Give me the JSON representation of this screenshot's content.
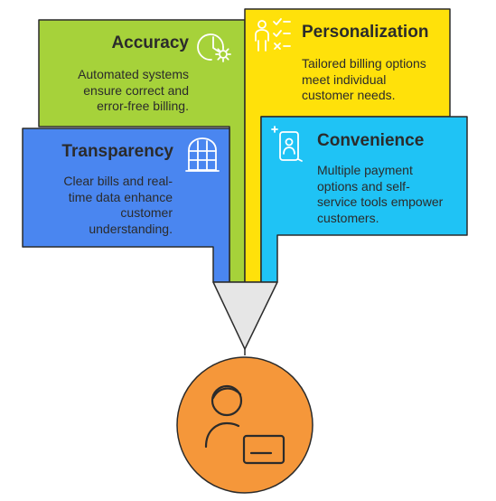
{
  "cards": {
    "accuracy": {
      "title": "Accuracy",
      "lines": [
        "Automated systems",
        "ensure correct and",
        "error-free billing."
      ],
      "color": "#a6d23a",
      "icon": "clock-gear-icon"
    },
    "personalization": {
      "title": "Personalization",
      "lines": [
        "Tailored billing options",
        "meet individual",
        "customer needs."
      ],
      "color": "#ffe10a",
      "icon": "person-checklist-icon"
    },
    "transparency": {
      "title": "Transparency",
      "lines": [
        "Clear bills and real-",
        "time data enhance",
        "customer",
        "understanding."
      ],
      "color": "#4a86f0",
      "icon": "window-icon"
    },
    "convenience": {
      "title": "Convenience",
      "lines": [
        "Multiple payment",
        "options and self-",
        "service tools empower",
        "customers."
      ],
      "color": "#1fc3f5",
      "icon": "mobile-user-icon"
    }
  },
  "funnel": {
    "color": "#e6e6e6"
  },
  "customer": {
    "color": "#f5973a",
    "icon": "customer-card-icon"
  },
  "stroke_color": "#2b2b2b"
}
